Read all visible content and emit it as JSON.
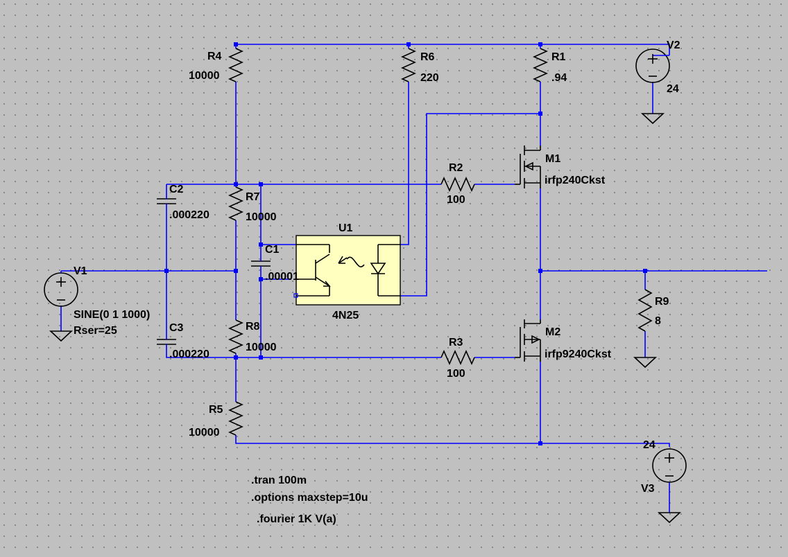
{
  "components": {
    "R4": {
      "name": "R4",
      "value": "10000"
    },
    "R6": {
      "name": "R6",
      "value": "220"
    },
    "R1": {
      "name": "R1",
      "value": ".94"
    },
    "V2": {
      "name": "V2",
      "value": "24"
    },
    "C2": {
      "name": "C2",
      "value": ".000220"
    },
    "R7": {
      "name": "R7",
      "value": "10000"
    },
    "R2": {
      "name": "R2",
      "value": "100"
    },
    "M1": {
      "name": "M1",
      "value": "irfp240Ckst"
    },
    "U1": {
      "name": "U1",
      "value": "4N25"
    },
    "C1": {
      "name": "C1",
      "value": ".00001"
    },
    "V1": {
      "name": "V1",
      "value": "SINE(0 1 1000)",
      "value2": "Rser=25"
    },
    "R9": {
      "name": "R9",
      "value": "8"
    },
    "C3": {
      "name": "C3",
      "value": ".000220"
    },
    "R8": {
      "name": "R8",
      "value": "10000"
    },
    "R3": {
      "name": "R3",
      "value": "100"
    },
    "M2": {
      "name": "M2",
      "value": "irfp9240Ckst"
    },
    "R5": {
      "name": "R5",
      "value": "10000"
    },
    "V3": {
      "name": "V3",
      "value": "24"
    }
  },
  "directives": [
    ".tran 100m",
    ".options maxstep=10u",
    ".fourier 1K V(a)"
  ],
  "colors": {
    "wire": "#0000ff",
    "component": "#000000",
    "background": "#c0c0c0",
    "optocoupler_fill": "#ffffc0"
  }
}
